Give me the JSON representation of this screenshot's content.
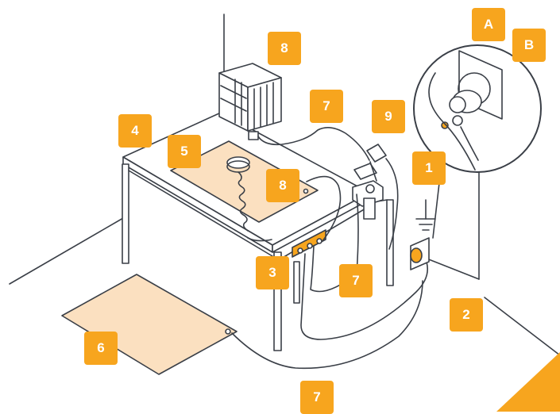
{
  "colors": {
    "badge": "#f7a51e",
    "mat": "#fbe0c0",
    "line": "#3a3f47",
    "accent": "#f7a51e",
    "background": "#ffffff"
  },
  "callouts": {
    "a": "A",
    "b": "B",
    "n1": "1",
    "n2": "2",
    "n3": "3",
    "n4": "4",
    "n5": "5",
    "n6": "6",
    "n7_top": "7",
    "n7_mid": "7",
    "n7_bottom": "7",
    "n8_top": "8",
    "n8_mat": "8",
    "n9": "9"
  },
  "icons": {
    "ground": "ground-symbol-icon",
    "wrist_strap": "wrist-strap-icon",
    "plug": "plug-icon",
    "socket": "wall-socket-icon",
    "outlet": "ground-outlet-icon"
  }
}
